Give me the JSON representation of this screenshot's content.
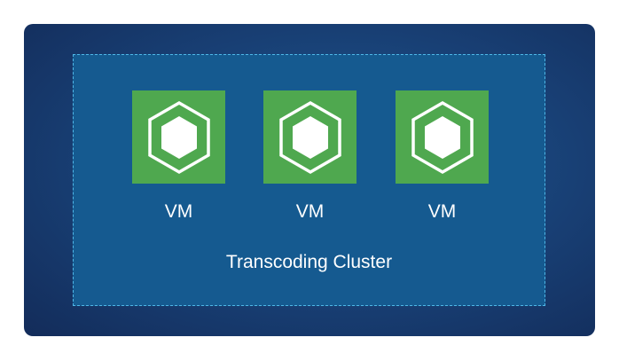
{
  "cluster": {
    "label": "Transcoding Cluster",
    "vms": [
      {
        "label": "VM"
      },
      {
        "label": "VM"
      },
      {
        "label": "VM"
      }
    ]
  },
  "colors": {
    "panel": "#183f74",
    "cluster_fill": "#155a90",
    "cluster_border": "#4fb8e8",
    "vm_fill": "#4fa84f",
    "text": "#ffffff"
  },
  "icons": {
    "vm": "hexagon-node-icon"
  }
}
